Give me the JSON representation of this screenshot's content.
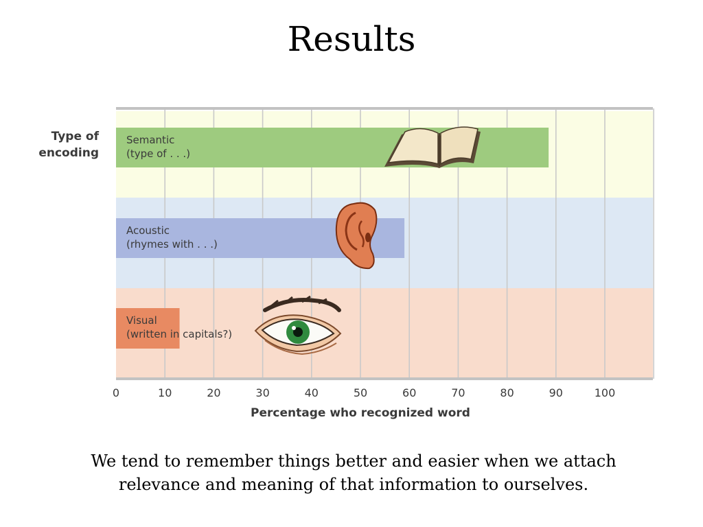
{
  "slide": {
    "title": "Results",
    "caption_line1": "We tend to remember things better and easier when we attach",
    "caption_line2": "relevance and meaning of that information to ourselves."
  },
  "chart_data": {
    "type": "bar",
    "orientation": "horizontal",
    "title": "",
    "ylabel_line1": "Type of",
    "ylabel_line2": "encoding",
    "xlabel": "Percentage who recognized word",
    "xlim": [
      0,
      110
    ],
    "xticks": [
      0,
      10,
      20,
      30,
      40,
      50,
      60,
      70,
      80,
      90,
      100
    ],
    "grid": true,
    "categories": [
      {
        "line1": "Semantic",
        "line2": "(type of . . .)",
        "value": 88.5,
        "bar_color": "#9ecb7f",
        "band_color": "#fbfde4",
        "icon": "book-icon"
      },
      {
        "line1": "Acoustic",
        "line2": "(rhymes with . . .)",
        "value": 59,
        "bar_color": "#a9b6df",
        "band_color": "#dde8f4",
        "icon": "ear-icon"
      },
      {
        "line1": "Visual",
        "line2": "(written in capitals?)",
        "value": 13,
        "bar_color": "#e88a62",
        "band_color": "#f9dccc",
        "icon": "eye-icon"
      }
    ]
  }
}
